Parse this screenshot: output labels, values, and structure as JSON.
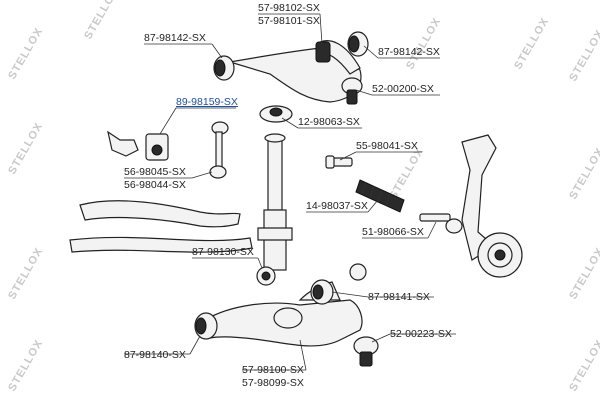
{
  "watermark": {
    "text": "STELLOX"
  },
  "labels": {
    "l57_98102": "57-98102-SX",
    "l57_98101": "57-98101-SX",
    "l87_98142_left": "87-98142-SX",
    "l87_98142_right": "87-98142-SX",
    "l52_00200": "52-00200-SX",
    "l89_98159": "89-98159-SX",
    "l12_98063": "12-98063-SX",
    "l55_98041": "55-98041-SX",
    "l56_98045": "56-98045-SX",
    "l56_98044": "56-98044-SX",
    "l14_98037": "14-98037-SX",
    "l51_98066": "51-98066-SX",
    "l87_98130": "87-98130-SX",
    "l87_98141": "87-98141-SX",
    "l87_98140": "87-98140-SX",
    "l52_00223": "52-00223-SX",
    "l57_98100": "57-98100-SX",
    "l57_98099": "57-98099-SX"
  },
  "colors": {
    "highlight": "#1e4fa3",
    "text": "#222222",
    "watermark": "#c9c9c9"
  }
}
